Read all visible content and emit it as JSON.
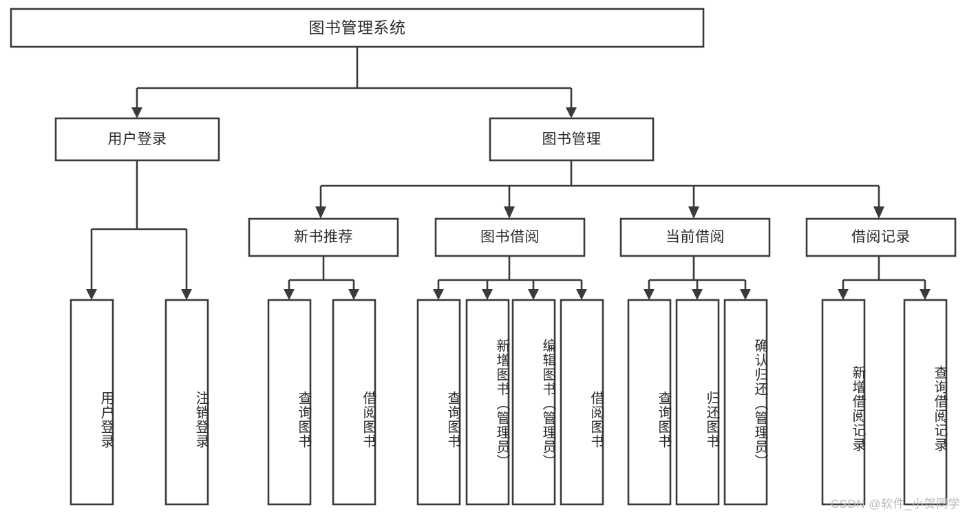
{
  "diagram": {
    "title": "图书管理系统",
    "watermark": "CSDN @软件_小贺同学",
    "accent_color": "#3a3a3a",
    "background_color": "#ffffff",
    "text_color": "#2b2b2b",
    "root": {
      "label": "图书管理系统"
    },
    "level2": [
      {
        "label": "用户登录"
      },
      {
        "label": "图书管理"
      }
    ],
    "level3": [
      {
        "label": "新书推荐"
      },
      {
        "label": "图书借阅"
      },
      {
        "label": "当前借阅"
      },
      {
        "label": "借阅记录"
      }
    ],
    "leaves": {
      "user_login": [
        {
          "label": "用户登录"
        },
        {
          "label": "注销登录"
        }
      ],
      "new_book": [
        {
          "label": "查询图书"
        },
        {
          "label": "借阅图书"
        }
      ],
      "book_borrow": [
        {
          "label": "查询图书"
        },
        {
          "label": "新增图书（管理员）"
        },
        {
          "label": "编辑图书（管理员）"
        },
        {
          "label": "借阅图书"
        }
      ],
      "current_borrow": [
        {
          "label": "查询图书"
        },
        {
          "label": "归还图书"
        },
        {
          "label": "确认归还（管理员）"
        }
      ],
      "borrow_record": [
        {
          "label": "新增借阅记录"
        },
        {
          "label": "查询借阅记录"
        }
      ]
    }
  }
}
